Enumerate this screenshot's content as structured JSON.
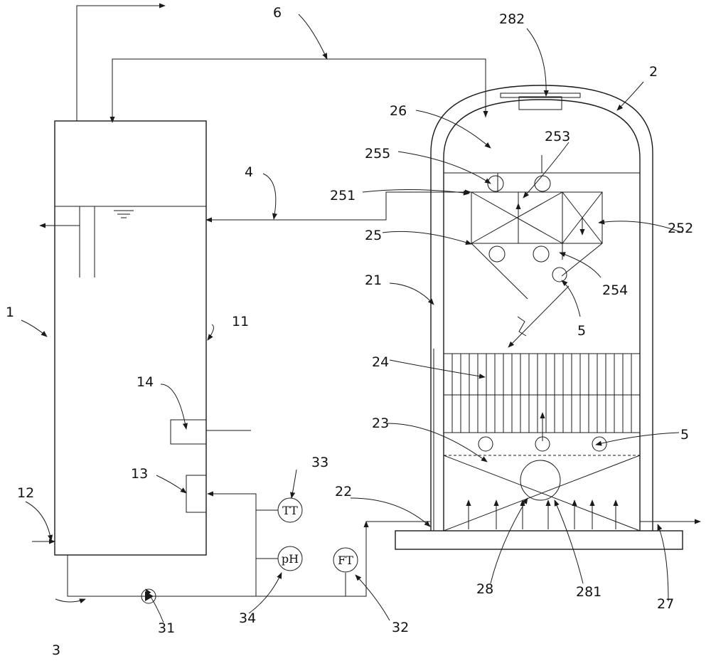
{
  "labels": {
    "l1": "1",
    "l2": "2",
    "l3": "3",
    "l4": "4",
    "l5a": "5",
    "l5b": "5",
    "l6": "6",
    "l11": "11",
    "l12": "12",
    "l13": "13",
    "l14": "14",
    "l21": "21",
    "l22": "22",
    "l23": "23",
    "l24": "24",
    "l25": "25",
    "l26": "26",
    "l27": "27",
    "l28": "28",
    "l31": "31",
    "l32": "32",
    "l33": "33",
    "l34": "34",
    "l251": "251",
    "l252": "252",
    "l253": "253",
    "l254": "254",
    "l255": "255",
    "l281": "281",
    "l282": "282"
  },
  "instruments": {
    "tt": "TT",
    "ph": "pH",
    "ft": "FT"
  }
}
